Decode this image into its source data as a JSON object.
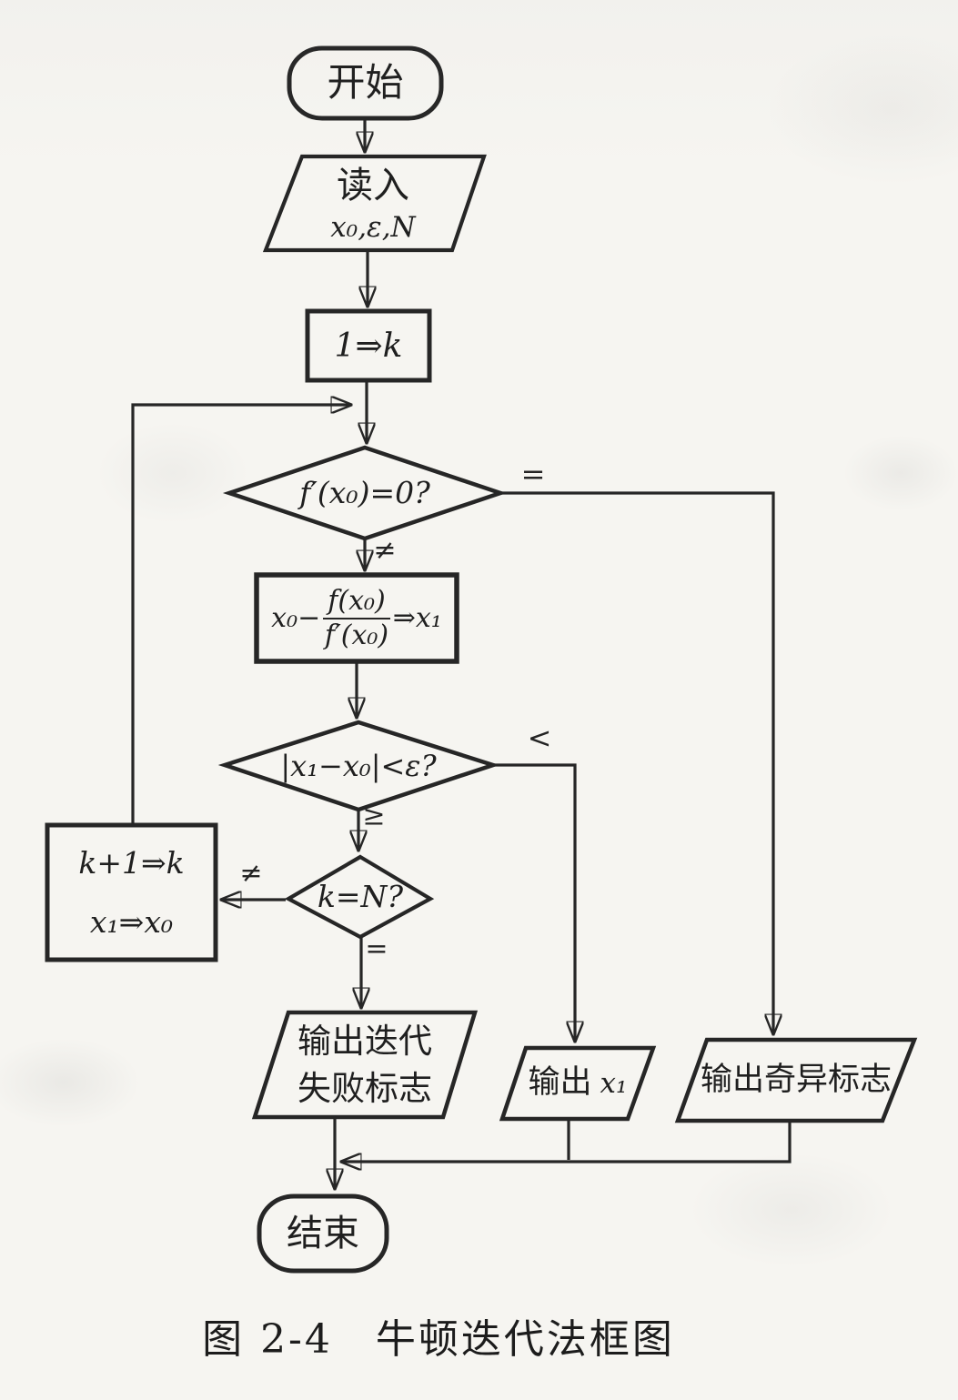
{
  "figure": {
    "caption": "图 2-4　牛顿迭代法框图"
  },
  "nodes": {
    "start": {
      "label": "开始"
    },
    "read_input": {
      "line1": "读入",
      "line2": "x₀,ε,N"
    },
    "init_counter": {
      "label": "1⇒k"
    },
    "derivative_check": {
      "label": "f′(x₀)=0?"
    },
    "newton_step": {
      "prefix": "x₀−",
      "numerator": "f(x₀)",
      "denominator": "f′(x₀)",
      "suffix": "⇒x₁"
    },
    "convergence_check": {
      "label": "|x₁−x₀|<ε?"
    },
    "iteration_check": {
      "label": "k=N?"
    },
    "update_vars": {
      "line1": "k+1⇒k",
      "line2": "x₁⇒x₀"
    },
    "output_failure": {
      "line1": "输出迭代",
      "line2": "失败标志"
    },
    "output_x1": {
      "text": "输出",
      "var": "x₁"
    },
    "output_singular": {
      "label": "输出奇异标志"
    },
    "end": {
      "label": "结束"
    }
  },
  "edge_labels": {
    "derivative_equal": "=",
    "derivative_not_equal": "≠",
    "convergence_less": "<",
    "convergence_ge": "≥",
    "iteration_not_equal": "≠",
    "iteration_equal": "="
  },
  "colors": {
    "ink": "#262626",
    "paper": "#f6f5f1"
  }
}
